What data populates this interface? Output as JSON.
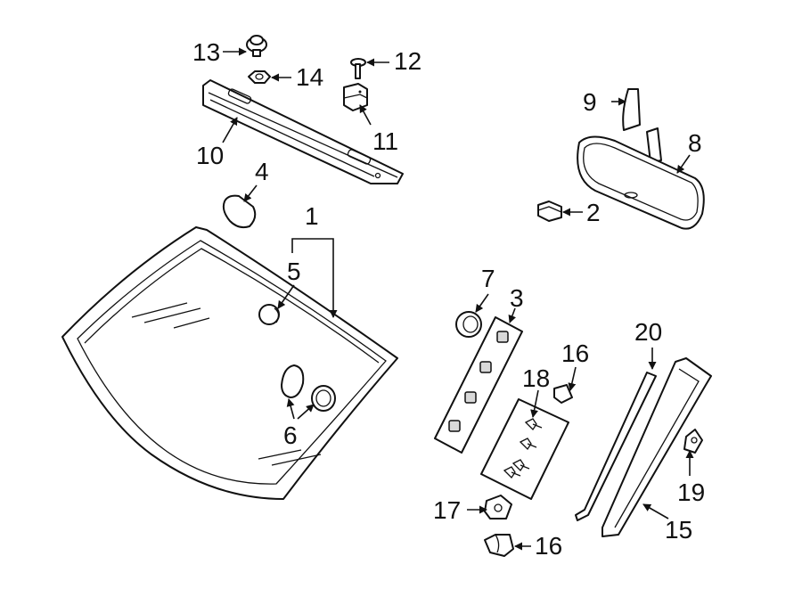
{
  "callouts": {
    "c1": "1",
    "c2": "2",
    "c3": "3",
    "c4": "4",
    "c5": "5",
    "c6": "6",
    "c7": "7",
    "c8": "8",
    "c9": "9",
    "c10": "10",
    "c11": "11",
    "c12": "12",
    "c13": "13",
    "c14": "14",
    "c15": "15",
    "c16a": "16",
    "c16b": "16",
    "c17": "17",
    "c18": "18",
    "c19": "19",
    "c20": "20"
  }
}
